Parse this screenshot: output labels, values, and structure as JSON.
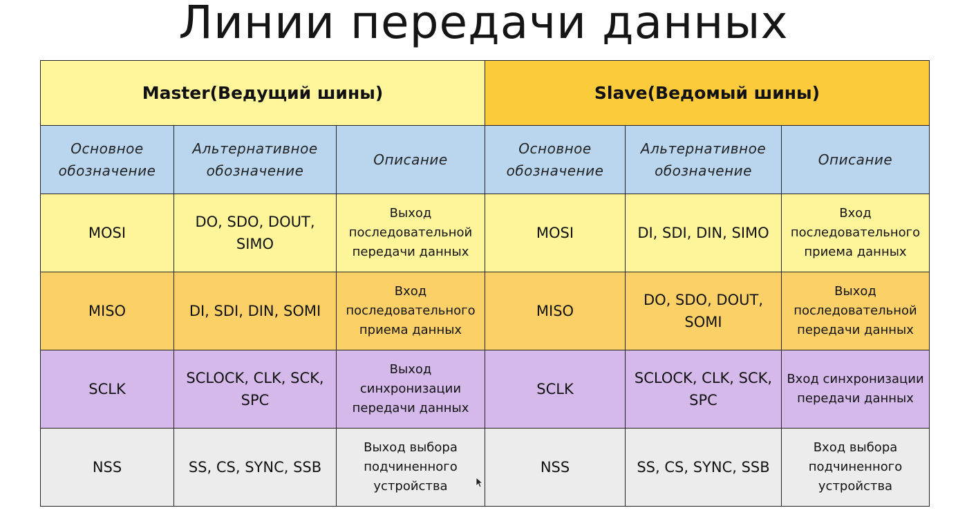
{
  "title": "Линии передачи данных",
  "groups": {
    "master": "Master(Ведущий шины)",
    "slave": "Slave(Ведомый шины)"
  },
  "headers": {
    "main": "Основное обозначение",
    "alt": "Альтернативное обозначение",
    "desc": "Описание"
  },
  "rows": [
    {
      "master": {
        "name": "MOSI",
        "alt": "DO, SDO, DOUT, SIMO",
        "desc": "Выход последовательной передачи данных"
      },
      "slave": {
        "name": "MOSI",
        "alt": "DI, SDI, DIN, SIMO",
        "desc": "Вход последовательного приема данных"
      }
    },
    {
      "master": {
        "name": "MISO",
        "alt": "DI, SDI, DIN, SOMI",
        "desc": "Вход последовательного приема данных"
      },
      "slave": {
        "name": "MISO",
        "alt": "DO, SDO, DOUT, SOMI",
        "desc": "Выход последовательной передачи данных"
      }
    },
    {
      "master": {
        "name": "SCLK",
        "alt": "SCLOCK, CLK, SCK, SPC",
        "desc": "Выход синхронизации передачи данных"
      },
      "slave": {
        "name": "SCLK",
        "alt": "SCLOCK, CLK, SCK, SPC",
        "desc": "Вход синхронизации передачи данных"
      }
    },
    {
      "master": {
        "name": "NSS",
        "alt": "SS, CS, SYNC, SSB",
        "desc": "Выход выбора подчиненного устройства"
      },
      "slave": {
        "name": "NSS",
        "alt": "SS, CS, SYNC, SSB",
        "desc": "Вход выбора подчиненного устройства"
      }
    }
  ],
  "colors": {
    "master_header": "#fff59a",
    "slave_header": "#fccb3c",
    "column_header": "#b9d6ee",
    "mosi_row": "#fef59a",
    "miso_row": "#fbd066",
    "sclk_row": "#d4b9ea",
    "nss_row": "#ececec"
  }
}
